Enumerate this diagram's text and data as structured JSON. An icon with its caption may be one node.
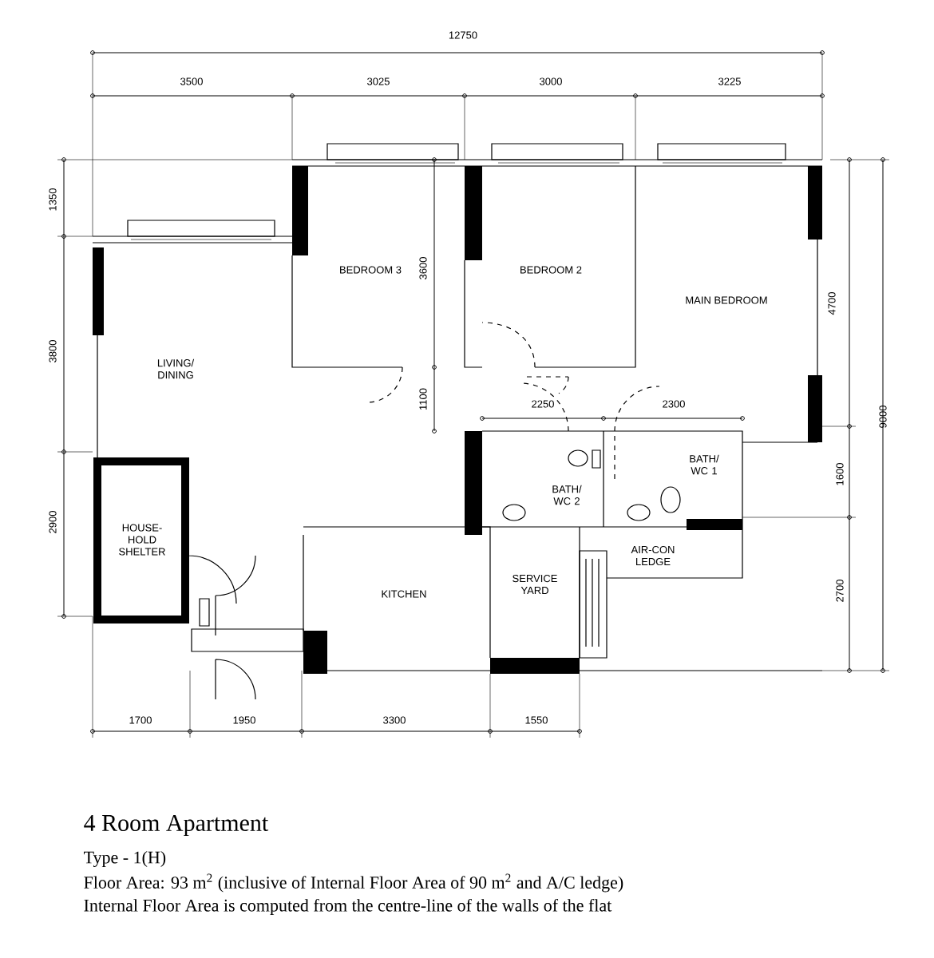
{
  "diagram": {
    "title": "4 Room Apartment",
    "labels": [
      "12750",
      "3500",
      "3025",
      "3000",
      "3225",
      "1350",
      "BEDROOM 3",
      "3600",
      "BEDROOM 2",
      "MAIN BEDROOM",
      "4700",
      "3800",
      "LIVING/ DINING",
      "1100",
      "2250",
      "2300",
      "BATH/ WC 1",
      "9000",
      "BATH/ WC 2",
      "1600",
      "2900",
      "HOUSE-HOLD SHELTER",
      "AIR-CON LEDGE",
      "SERVICE YARD",
      "KITCHEN",
      "2700",
      "1700",
      "1950",
      "3300",
      "1550",
      "Type - 1(H)",
      "Floor Area: 93 m$^{2}$ (inclusive of Internal Floor Area of 90 m$^{2}$ and A/C ledge)",
      "Internal Floor Area is computed from the centre-line of the walls of the flat"
    ]
  }
}
